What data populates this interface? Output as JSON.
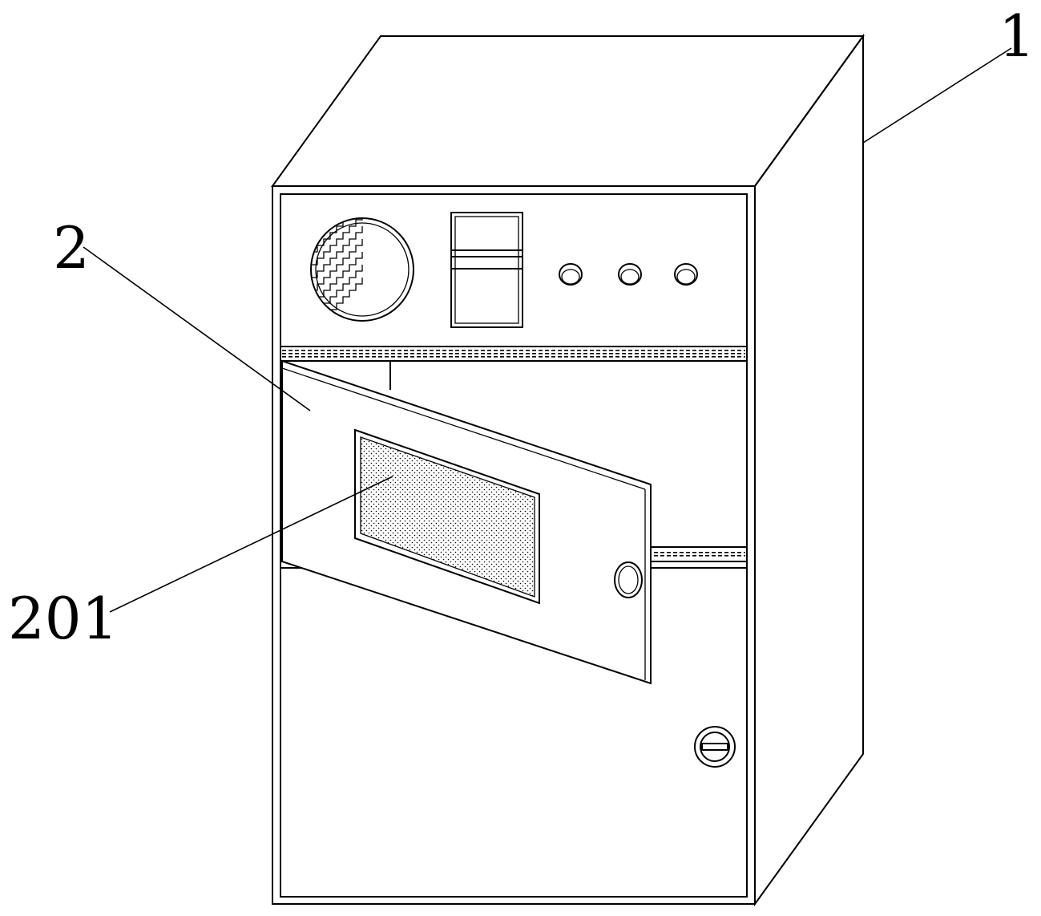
{
  "labels": {
    "cabinet": "1",
    "door": "2",
    "window": "201"
  }
}
